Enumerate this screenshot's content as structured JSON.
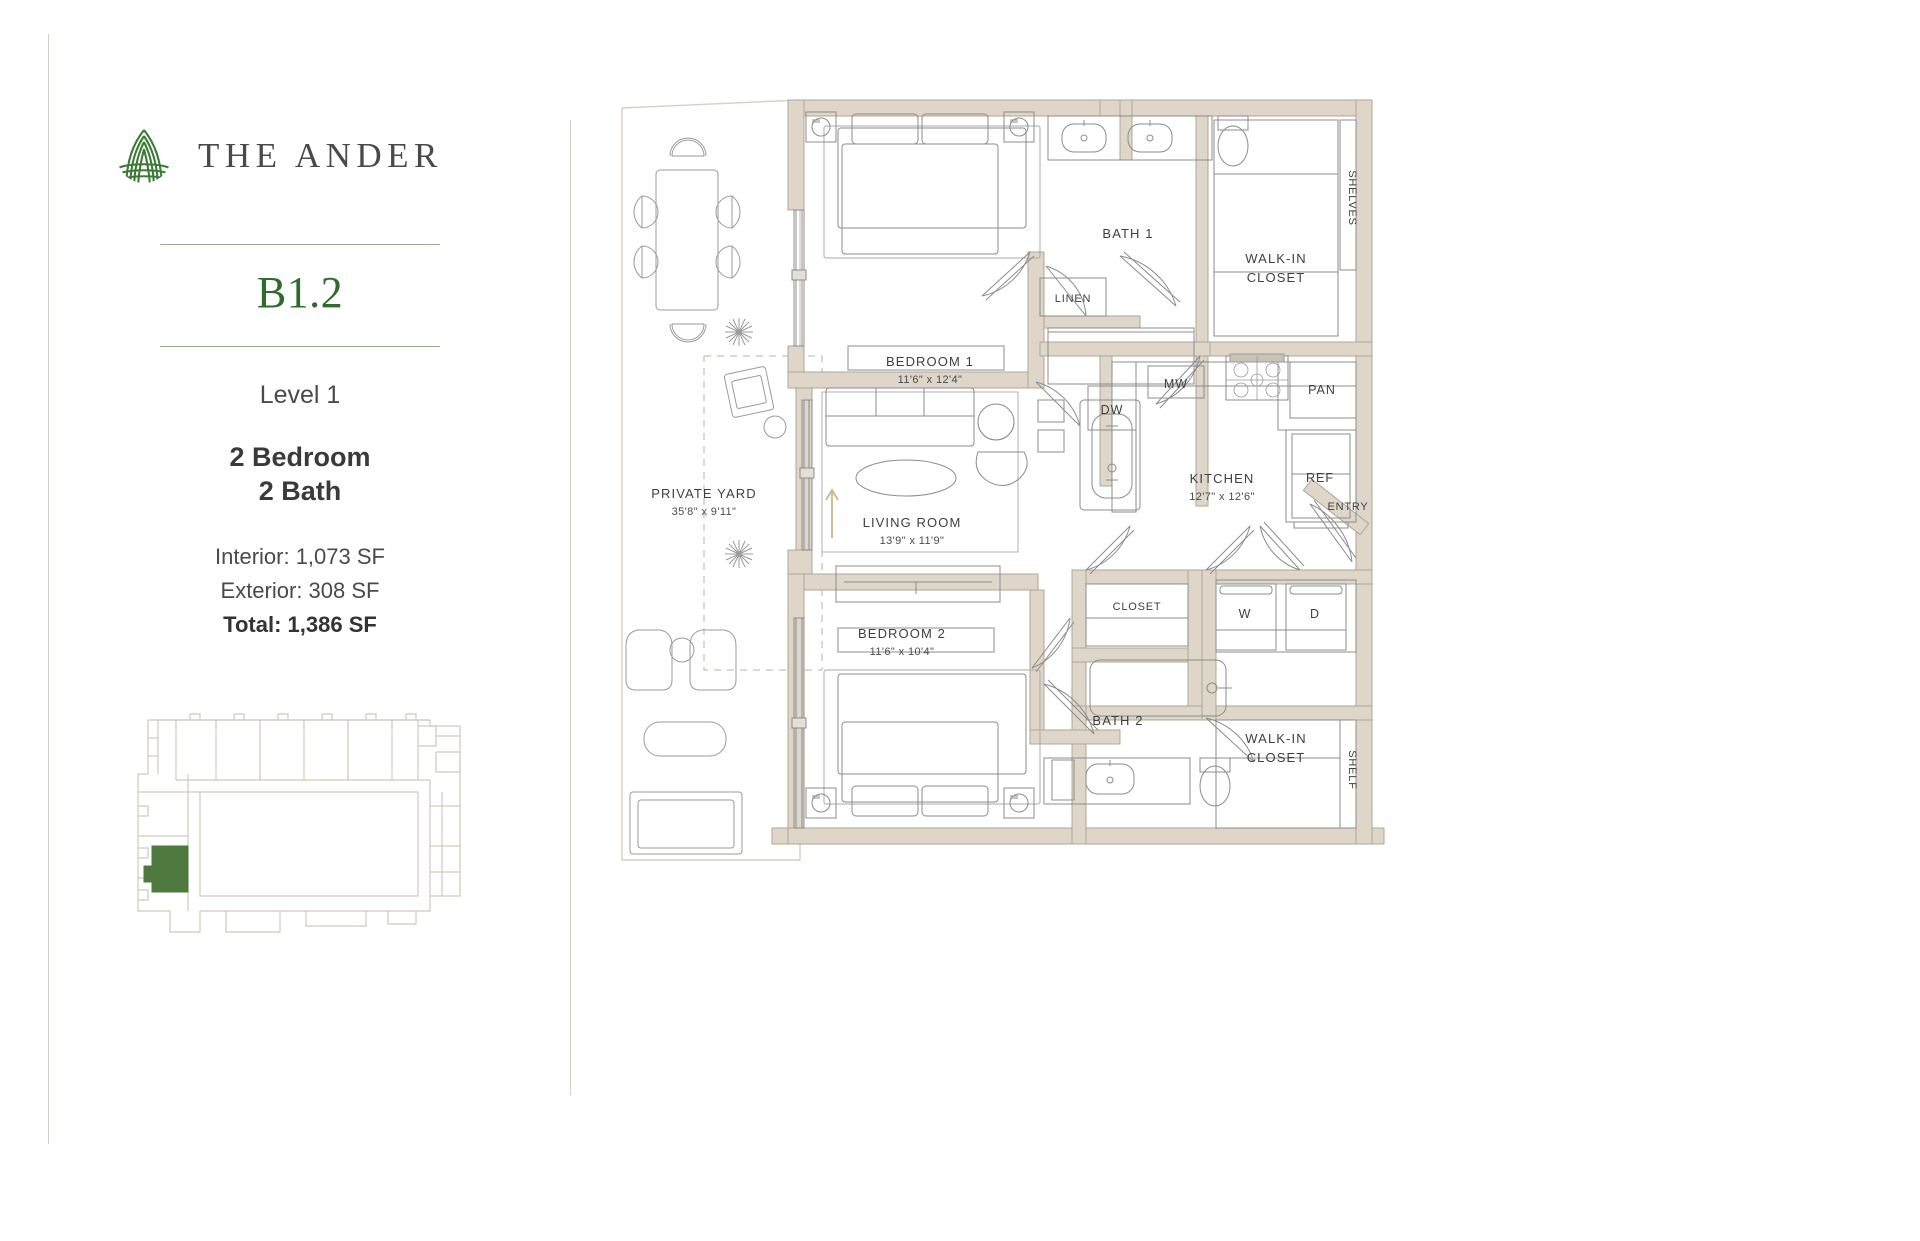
{
  "brand": {
    "name": "THE ANDER",
    "logo_icon": "ander-leaf-circle-logo",
    "accent_green": "#2f6b2c",
    "rule_green": "#9aab92"
  },
  "unit": {
    "name": "B1.2",
    "level": "Level 1",
    "bedrooms": "2 Bedroom",
    "bathrooms": "2 Bath",
    "interior": "Interior: 1,073 SF",
    "exterior": "Exterior: 308 SF",
    "total": "Total: 1,386 SF"
  },
  "keyplan": {
    "highlight_color": "#4e7a40",
    "outline_color": "#cfc9bd"
  },
  "plan": {
    "wall_fill": "#ddd6c9",
    "wall_stroke": "#b3a893",
    "line": "#8c8c8c",
    "yard_dash": "#b8b2a4",
    "arrow_color": "#c9b98a",
    "rooms": [
      {
        "label": "BEDROOM 1",
        "dim": "11'6\" x 12'4\""
      },
      {
        "label": "BATH 1",
        "dim": ""
      },
      {
        "label": "WALK-IN CLOSET",
        "dim": ""
      },
      {
        "label": "SHELVES",
        "dim": ""
      },
      {
        "label": "LINEN",
        "dim": ""
      },
      {
        "label": "KITCHEN",
        "dim": "12'7\" x 12'6\""
      },
      {
        "label": "PAN",
        "dim": ""
      },
      {
        "label": "REF",
        "dim": ""
      },
      {
        "label": "MW",
        "dim": ""
      },
      {
        "label": "DW",
        "dim": ""
      },
      {
        "label": "ENTRY",
        "dim": ""
      },
      {
        "label": "LIVING ROOM",
        "dim": "13'9\" x 11'9\""
      },
      {
        "label": "PRIVATE YARD",
        "dim": "35'8\" x 9'11\""
      },
      {
        "label": "BEDROOM 2",
        "dim": "11'6\" x 10'4\""
      },
      {
        "label": "BATH 2",
        "dim": ""
      },
      {
        "label": "CLOSET",
        "dim": ""
      },
      {
        "label": "W",
        "dim": ""
      },
      {
        "label": "D",
        "dim": ""
      },
      {
        "label": "WALK-IN CLOSET 2",
        "dim": ""
      },
      {
        "label": "SHELF",
        "dim": ""
      }
    ],
    "labels": {
      "bedroom1": "BEDROOM 1",
      "bedroom1_dim": "11'6\" x 12'4\"",
      "bath1": "BATH 1",
      "walkin_closet_1_line1": "WALK-IN",
      "walkin_closet_1_line2": "CLOSET",
      "shelves": "SHELVES",
      "linen": "LINEN",
      "kitchen": "KITCHEN",
      "kitchen_dim": "12'7\" x 12'6\"",
      "pan": "PAN",
      "ref": "REF",
      "mw": "MW",
      "dw": "DW",
      "entry": "ENTRY",
      "living_room": "LIVING ROOM",
      "living_room_dim": "13'9\" x 11'9\"",
      "private_yard": "PRIVATE YARD",
      "private_yard_dim": "35'8\" x 9'11\"",
      "bedroom2": "BEDROOM 2",
      "bedroom2_dim": "11'6\" x 10'4\"",
      "bath2": "BATH 2",
      "closet": "CLOSET",
      "washer": "W",
      "dryer": "D",
      "walkin_closet_2_line1": "WALK-IN",
      "walkin_closet_2_line2": "CLOSET",
      "shelf": "SHELF"
    }
  }
}
